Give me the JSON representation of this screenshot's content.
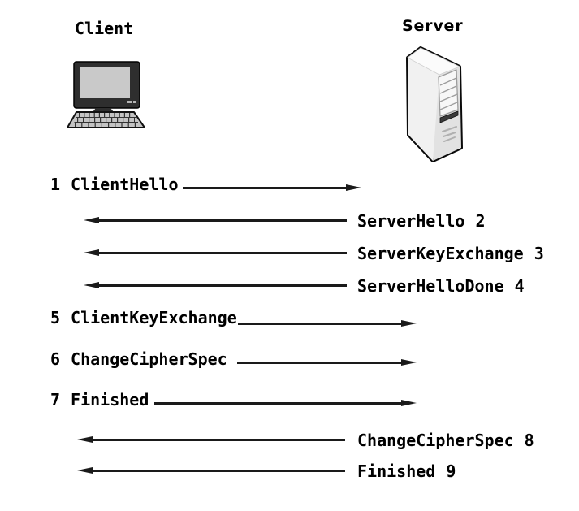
{
  "diagram": {
    "actors": [
      {
        "id": "client",
        "label": "Client",
        "icon": "desktop-computer-icon"
      },
      {
        "id": "server",
        "label": "Server",
        "icon": "server-tower-icon"
      }
    ],
    "messages": [
      {
        "seq": "1",
        "name": "ClientHello",
        "from": "client",
        "to": "server",
        "direction": "right"
      },
      {
        "seq": "2",
        "name": "ServerHello",
        "from": "server",
        "to": "client",
        "direction": "left"
      },
      {
        "seq": "3",
        "name": "ServerKeyExchange",
        "from": "server",
        "to": "client",
        "direction": "left"
      },
      {
        "seq": "4",
        "name": "ServerHelloDone",
        "from": "server",
        "to": "client",
        "direction": "left"
      },
      {
        "seq": "5",
        "name": "ClientKeyExchange",
        "from": "client",
        "to": "server",
        "direction": "right"
      },
      {
        "seq": "6",
        "name": "ChangeCipherSpec",
        "from": "client",
        "to": "server",
        "direction": "right"
      },
      {
        "seq": "7",
        "name": "Finished",
        "from": "client",
        "to": "server",
        "direction": "right"
      },
      {
        "seq": "8",
        "name": "ChangeCipherSpec",
        "from": "server",
        "to": "client",
        "direction": "left"
      },
      {
        "seq": "9",
        "name": "Finished",
        "from": "server",
        "to": "client",
        "direction": "left"
      }
    ],
    "colors": {
      "background": "#ffffff",
      "text": "#000000",
      "arrow": "#1a1a1a"
    }
  }
}
